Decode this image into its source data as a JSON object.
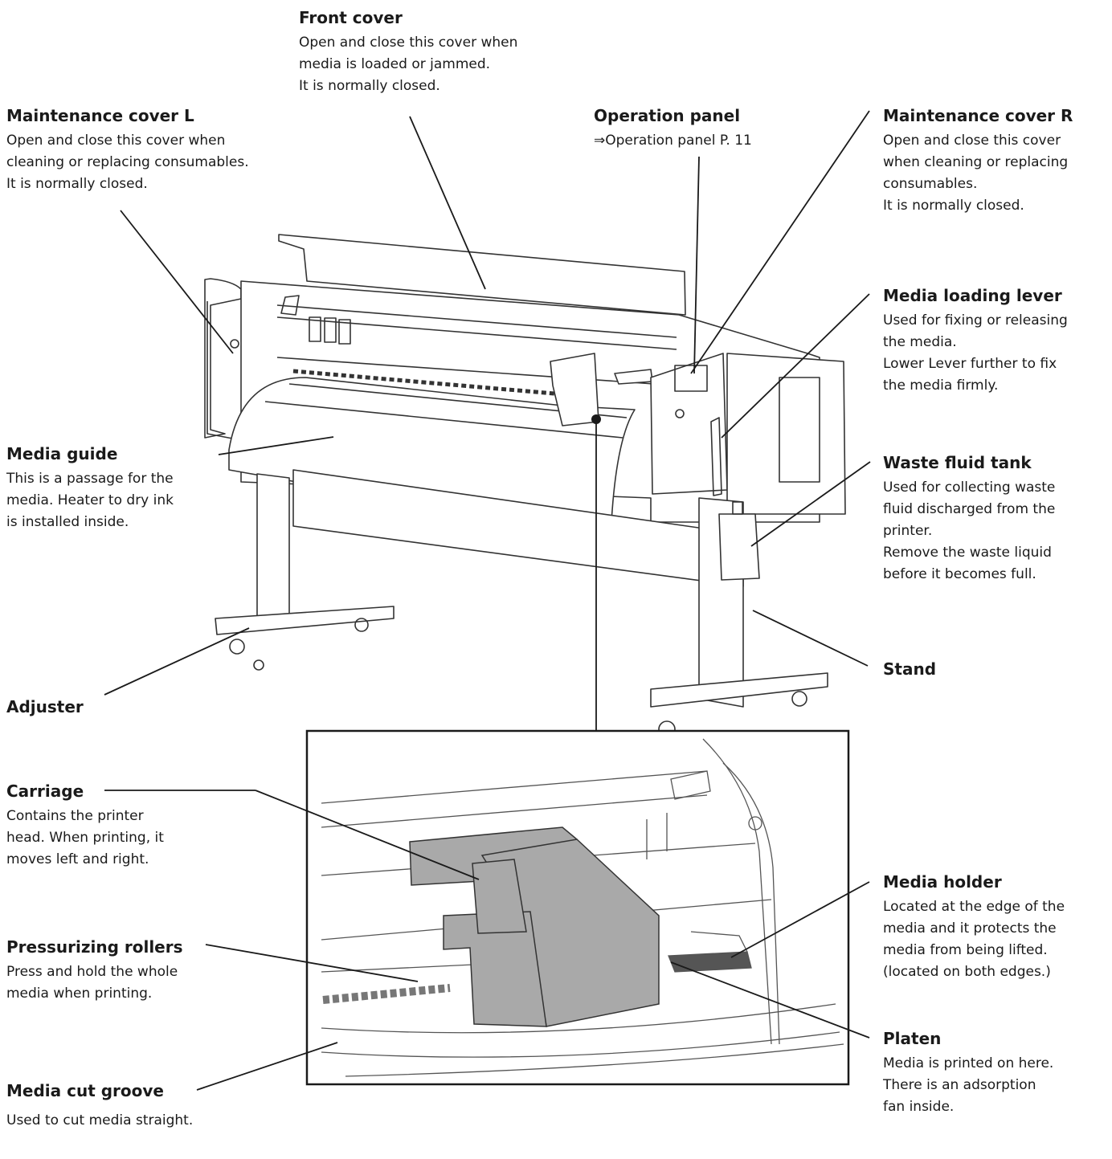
{
  "labels": {
    "front_cover": {
      "title": "Front cover",
      "lines": [
        "Open and close this cover when",
        "media is loaded or jammed.",
        "It is normally closed."
      ]
    },
    "maintenance_cover_l": {
      "title": "Maintenance cover L",
      "lines": [
        "Open and close this cover when",
        "cleaning or replacing consumables.",
        "It is normally closed."
      ]
    },
    "operation_panel": {
      "title": "Operation panel",
      "lines": [
        "⇒Operation panel P. 11"
      ]
    },
    "maintenance_cover_r": {
      "title": "Maintenance cover R",
      "lines": [
        "Open and close this cover",
        "when cleaning or replacing",
        "consumables.",
        "It is normally closed."
      ]
    },
    "media_loading_lever": {
      "title": "Media loading lever",
      "lines": [
        "Used for fixing or releasing",
        "the media.",
        "Lower Lever further to fix",
        "the media firmly."
      ]
    },
    "media_guide": {
      "title": "Media guide",
      "lines": [
        "This is a passage for the",
        "media. Heater to dry ink",
        "is installed inside."
      ]
    },
    "waste_fluid_tank": {
      "title": "Waste fluid tank",
      "lines": [
        "Used for collecting waste",
        "fluid discharged from the",
        "printer.",
        "Remove the waste liquid",
        "before it becomes full."
      ]
    },
    "stand": {
      "title": "Stand"
    },
    "adjuster": {
      "title": "Adjuster"
    },
    "carriage": {
      "title": "Carriage",
      "lines": [
        "Contains the printer",
        "head. When printing, it",
        "moves left and right."
      ]
    },
    "media_holder": {
      "title": "Media holder",
      "lines": [
        "Located at the edge of the",
        "media and it protects the",
        "media from being lifted.",
        "(located on both edges.)"
      ]
    },
    "pressurizing_rollers": {
      "title": "Pressurizing rollers",
      "lines": [
        "Press and hold the whole",
        "media when printing."
      ]
    },
    "platen": {
      "title": "Platen",
      "lines": [
        "Media is printed on here.",
        "There is an adsorption",
        "fan inside."
      ]
    },
    "media_cut_groove": {
      "title": "Media cut groove",
      "lines": [
        "Used to cut media straight."
      ]
    }
  }
}
